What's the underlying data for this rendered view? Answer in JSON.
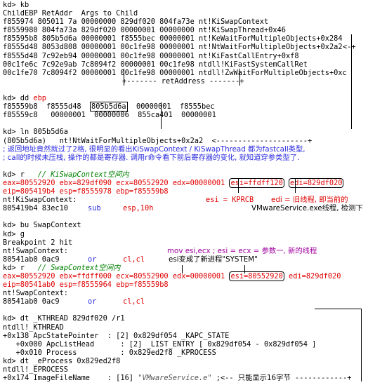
{
  "kb": {
    "cmd": "kd> kb",
    "header": "ChildEBP RetAddr  Args to Child",
    "frames": [
      "f855974 805011 7a 00000000 829df020 804fa73e nt!KiSwapContext",
      "f8559980 804fa73a 829df020 00000001 00000000 nt!KiSwapThread+0x46",
      "f85595b8 805b5d6a 00000001 f8555bec 00000001 nt!KeWaitForMultipleObjects+0x284",
      "f8555d48 8053d808 00000001 00c1fe98 00000001 nt!NtWaitForMultipleObjects+0x2a2",
      "f8555d48 7c92eb94 00000001 00c1fe98 00000001 nt!KiFastCallEntry+0xf8",
      "00c1fe6c 7c92e9ab 7c8094f2 00000001 00c1fe98 ntdll!KiFastSystemCallRet",
      "00c1fe70 7c8094f2 00000001 00c1fe98 00000001 ntdll!ZwWaitForMultipleObjects+0xc"
    ],
    "arrow_left": "<-+",
    "ret_label": "+------- retAddress -------+"
  },
  "dd": {
    "cmd": "kd> dd ",
    "reg": "ebp",
    "row1": "f85559b8  f8555d48  ",
    "row1_box": "805b5d6a",
    "row1_rest": "  00000001  f8555bec",
    "row2": "f85559c8   00000001  00000006  855ca401  00000001"
  },
  "ln": {
    "cmd": "kd> ln 805b5d6a",
    "addr": "(805b5d6a)",
    "sym": "   nt!NtWaitForMultipleObjects+0x2a2",
    "arrow": "  <---------------------+",
    "note1": "; 返回地址竟然就过了2格, 很明显的看出KiSwapContext / KiSwapThread 都为fastcall类型,",
    "note2": "; call的时候未压栈, 操作的都是寄存器. 调用r命令看下前后寄存器的变化, 就知道穿参类型了."
  },
  "r1": {
    "cmd": "kd> r   ",
    "comment": "// KiSwapContext空间内",
    "eax": "eax=80552920",
    "ebx": "ebx=829df090",
    "ecx": "ecx=80552920",
    "edx": "edx=00000001",
    "esi": "esi=ffdff120",
    "edi": "edi=829df020",
    "eip": "eip=805419b4",
    "esp": "esp=f8555978",
    "ebp": "ebp=f85559b8",
    "sym": "nt!KiSwapContext:",
    "esi_note": "esi = KPRCB",
    "edi_note": "edi = 旧线程, 即当前的",
    "instr_addr": "805419b4 83ec10",
    "mnemonic": "sub",
    "operands": "esp,10h",
    "vm_note": "VMwareService.exe线程, 检测下"
  },
  "bu": {
    "cmd": "kd> bu SwapContext",
    "g": "kd> g",
    "bp": "Breakpoint 2 hit",
    "sym": "nt!SwapContext:",
    "mov": "mov esi,ecx ; esi = ecx = 参数一, 新的线程",
    "instr_addr": "80541ab0 0ac9",
    "mnemonic": "or",
    "operands": "cl,cl",
    "esi_note": "esi变成了新进程\"SYSTEM\""
  },
  "r2": {
    "cmd": "kd> r   ",
    "comment": "// SwapContext空间内",
    "eax": "eax=80552920",
    "ebx": "ebx=ffdff000",
    "ecx": "ecx=80552900",
    "edx": "edx=00000001",
    "esi": "esi=80552920",
    "edi": "edi=829df020",
    "eip": "eip=80541ab0",
    "esp": "esp=f8555964",
    "ebp": "ebp=f85559b8",
    "sym": "nt!SwapContext:",
    "instr_addr": "80541ab0 0ac9",
    "mnemonic": "or",
    "operands": "cl,cl"
  },
  "dt1": {
    "cmd": "kd> dt _KTHREAD 829df020 /r1",
    "type": "ntdll!_KTHREAD",
    "f1": "+0x138 ApcStatePointer  : [2] 0x829df054 _KAPC_STATE",
    "f2": "   +0x000 ApcListHead      : [2] _LIST_ENTRY [ 0x829df054 - 0x829df054 ]",
    "f3": "   +0x010 Process          : 0x829ed2f8 _KPROCESS"
  },
  "dt2": {
    "cmd": "kd> dt _eProcess 0x829ed2f8",
    "type": "ntdll!_EPROCESS",
    "f1": "+0x174 ImageFileName    : [16] ",
    "value": "\"VMwareService.e\"",
    "arrow": " ;<-- ",
    "note": "只能显示16字节",
    "tail": " ------------+"
  }
}
